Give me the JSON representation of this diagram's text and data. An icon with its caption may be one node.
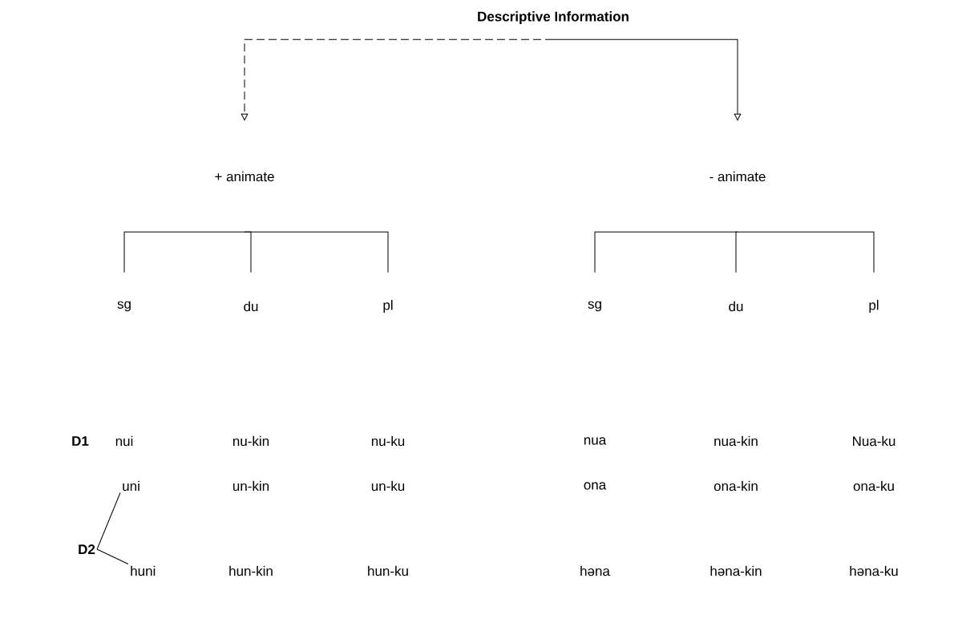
{
  "diagram": {
    "nodes": [
      {
        "text": [
          "Descriptive Information"
        ]
      },
      {
        "text": [
          "+ animate"
        ]
      },
      {
        "text": [
          "- animate"
        ]
      },
      {
        "text": [
          "sg"
        ]
      },
      {
        "text": [
          "du"
        ]
      },
      {
        "text": [
          "pl"
        ]
      },
      {
        "text": [
          "sg"
        ]
      },
      {
        "text": [
          "du"
        ]
      },
      {
        "text": [
          "pl"
        ]
      },
      {
        "text": [
          "D2"
        ]
      },
      {
        "text": [
          "uni"
        ]
      },
      {
        "text": [
          "huni"
        ]
      }
    ],
    "edges": [
      {
        "from": 0,
        "to": 1,
        "arrow": "to",
        "style": "dashed"
      },
      {
        "from": 0,
        "to": 2,
        "arrow": "to"
      },
      {
        "from": 1,
        "to": 3,
        "arrow": "none"
      },
      {
        "from": 1,
        "to": 4,
        "arrow": "none"
      },
      {
        "from": 1,
        "to": 5,
        "arrow": "none"
      },
      {
        "from": 2,
        "to": 6,
        "arrow": "none"
      },
      {
        "from": 2,
        "to": 7,
        "arrow": "none"
      },
      {
        "from": 2,
        "to": 8,
        "arrow": "none"
      },
      {
        "from": 9,
        "to": 10,
        "arrow": "none"
      },
      {
        "from": 9,
        "to": 11,
        "arrow": "none"
      }
    ],
    "labels": [
      "D1",
      "nui",
      "nu-kin",
      "nu-ku",
      "nua",
      "nua-kin",
      "Nua-ku",
      "un-kin",
      "un-ku",
      "ona",
      "ona-kin",
      "ona-ku",
      "hun-kin",
      "hun-ku",
      "həna",
      "həna-kin",
      "həna-ku"
    ]
  }
}
